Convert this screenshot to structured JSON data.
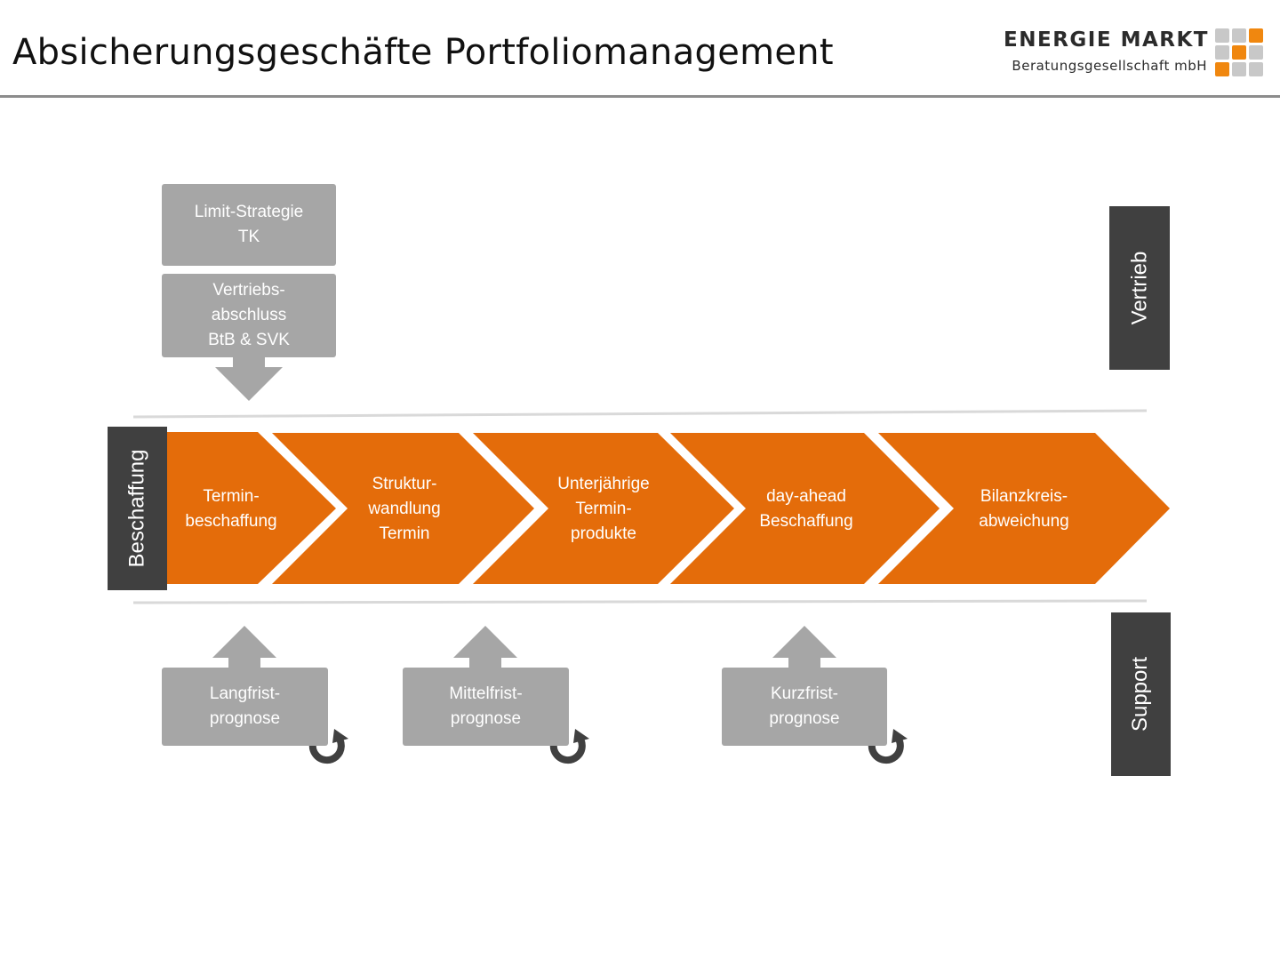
{
  "header": {
    "title": "Absicherungsgeschäfte Portfoliomanagement"
  },
  "logo": {
    "name": "ENERGIE MARKT",
    "subtitle": "Beratungsgesellschaft mbH",
    "colors": {
      "orange": "#f0870f",
      "gray": "#c8c8c8"
    }
  },
  "side_labels": {
    "vertrieb": "Vertrieb",
    "beschaffung": "Beschaffung",
    "support": "Support"
  },
  "top_inputs": [
    {
      "label": "Limit-Strategie\nTK"
    },
    {
      "label": "Vertriebs-\nabschluss\nBtB  & SVK"
    }
  ],
  "process_steps": [
    {
      "label": "Termin-\nbeschaffung"
    },
    {
      "label": "Struktur-\nwandlung\nTermin"
    },
    {
      "label": "Unterjährige\nTermin-\nprodukte"
    },
    {
      "label": "day-ahead\nBeschaffung"
    },
    {
      "label": "Bilanzkreis-\nabweichung"
    }
  ],
  "forecasts": [
    {
      "label": "Langfrist-\nprognose",
      "icon": "refresh-icon"
    },
    {
      "label": "Mittelfrist-\nprognose",
      "icon": "refresh-icon"
    },
    {
      "label": "Kurzfrist-\nprognose",
      "icon": "refresh-icon"
    }
  ],
  "colors": {
    "process": "#e46c0a",
    "input_box": "#a6a6a6",
    "label_box": "#404040",
    "divider": "#d9d9d9"
  }
}
